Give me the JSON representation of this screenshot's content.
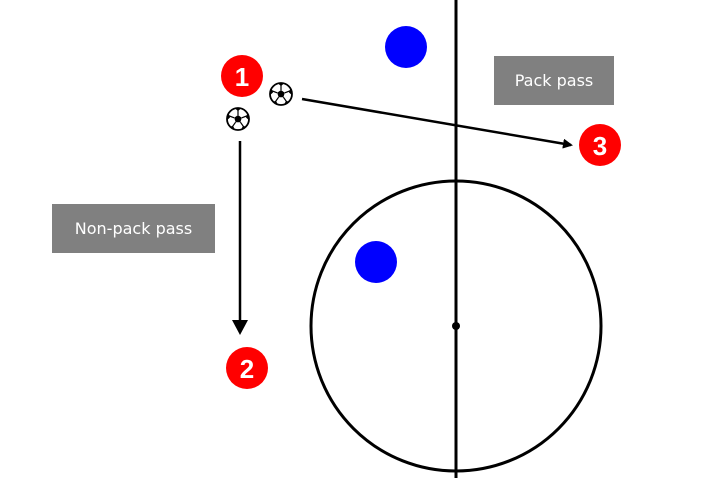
{
  "labels": {
    "pack_pass": "Pack pass",
    "non_pack_pass": "Non-pack pass"
  },
  "players": [
    {
      "number": "1",
      "team": "red"
    },
    {
      "number": "2",
      "team": "red"
    },
    {
      "number": "3",
      "team": "red"
    },
    {
      "team": "blue"
    },
    {
      "team": "blue"
    }
  ],
  "colors": {
    "red": "#ff0000",
    "blue": "#0000ff",
    "line": "#000000",
    "label_background": "#808080",
    "label_text": "#ffffff"
  },
  "icons": [
    "soccer-ball-icon",
    "soccer-ball-icon"
  ]
}
